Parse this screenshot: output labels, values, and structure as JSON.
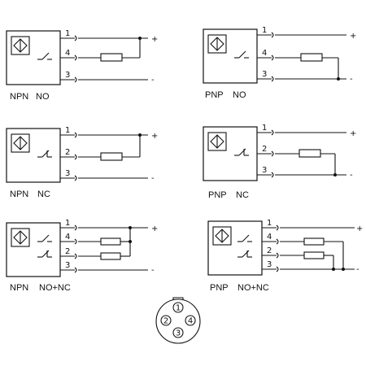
{
  "diagrams": [
    {
      "id": "npn-no",
      "type_label": "NPN",
      "output_label": "NO",
      "terminals": [
        {
          "pin": "1",
          "sign": "+"
        },
        {
          "pin": "4",
          "sign": ""
        },
        {
          "pin": "3",
          "sign": "-"
        }
      ]
    },
    {
      "id": "pnp-no",
      "type_label": "PNP",
      "output_label": "NO",
      "terminals": [
        {
          "pin": "1",
          "sign": "+"
        },
        {
          "pin": "4",
          "sign": ""
        },
        {
          "pin": "3",
          "sign": "-"
        }
      ]
    },
    {
      "id": "npn-nc",
      "type_label": "NPN",
      "output_label": "NC",
      "terminals": [
        {
          "pin": "1",
          "sign": "+"
        },
        {
          "pin": "2",
          "sign": ""
        },
        {
          "pin": "3",
          "sign": "-"
        }
      ]
    },
    {
      "id": "pnp-nc",
      "type_label": "PNP",
      "output_label": "NC",
      "terminals": [
        {
          "pin": "1",
          "sign": "+"
        },
        {
          "pin": "2",
          "sign": ""
        },
        {
          "pin": "3",
          "sign": "-"
        }
      ]
    },
    {
      "id": "npn-nonc",
      "type_label": "NPN",
      "output_label": "NO+NC",
      "terminals": [
        {
          "pin": "1",
          "sign": "+"
        },
        {
          "pin": "4",
          "sign": ""
        },
        {
          "pin": "2",
          "sign": ""
        },
        {
          "pin": "3",
          "sign": "-"
        }
      ]
    },
    {
      "id": "pnp-nonc",
      "type_label": "PNP",
      "output_label": "NO+NC",
      "terminals": [
        {
          "pin": "1",
          "sign": "+"
        },
        {
          "pin": "4",
          "sign": ""
        },
        {
          "pin": "2",
          "sign": ""
        },
        {
          "pin": "3",
          "sign": "-"
        }
      ]
    }
  ],
  "connector": {
    "pins": [
      "1",
      "2",
      "4",
      "3"
    ]
  }
}
